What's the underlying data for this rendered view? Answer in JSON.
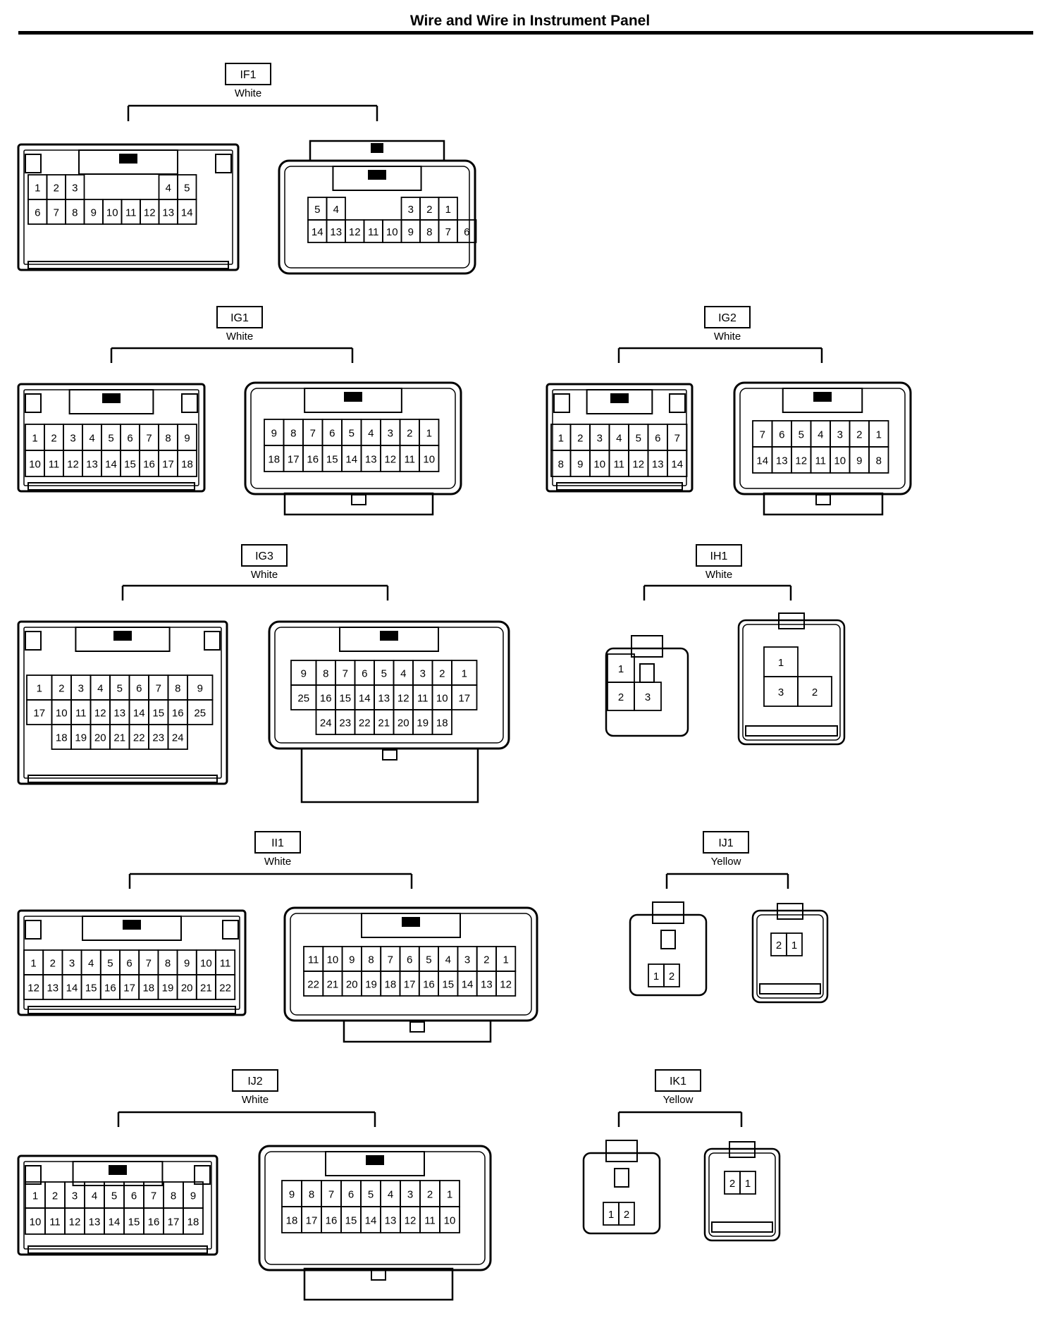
{
  "title": "Wire and Wire in Instrument Panel",
  "connectors": [
    {
      "code": "IF1",
      "color": "White",
      "male": {
        "rows": [
          [
            "1",
            "2",
            "3",
            "",
            "",
            "",
            "",
            "4",
            "5"
          ],
          [
            "6",
            "7",
            "8",
            "9",
            "10",
            "11",
            "12",
            "13",
            "14"
          ]
        ]
      },
      "female": {
        "rows": [
          [
            "5",
            "4",
            "",
            "",
            "",
            "3",
            "2",
            "1"
          ],
          [
            "14",
            "13",
            "12",
            "11",
            "10",
            "9",
            "8",
            "7",
            "6"
          ]
        ]
      }
    },
    {
      "code": "IG1",
      "color": "White",
      "male": {
        "rows": [
          [
            "1",
            "2",
            "3",
            "4",
            "5",
            "6",
            "7",
            "8",
            "9"
          ],
          [
            "10",
            "11",
            "12",
            "13",
            "14",
            "15",
            "16",
            "17",
            "18"
          ]
        ]
      },
      "female": {
        "rows": [
          [
            "9",
            "8",
            "7",
            "6",
            "5",
            "4",
            "3",
            "2",
            "1"
          ],
          [
            "18",
            "17",
            "16",
            "15",
            "14",
            "13",
            "12",
            "11",
            "10"
          ]
        ]
      }
    },
    {
      "code": "IG2",
      "color": "White",
      "male": {
        "rows": [
          [
            "1",
            "2",
            "3",
            "4",
            "5",
            "6",
            "7"
          ],
          [
            "8",
            "9",
            "10",
            "11",
            "12",
            "13",
            "14"
          ]
        ]
      },
      "female": {
        "rows": [
          [
            "7",
            "6",
            "5",
            "4",
            "3",
            "2",
            "1"
          ],
          [
            "14",
            "13",
            "12",
            "11",
            "10",
            "9",
            "8"
          ]
        ]
      }
    },
    {
      "code": "IG3",
      "color": "White",
      "male": {
        "rows": [
          [
            "1",
            "2",
            "3",
            "4",
            "5",
            "6",
            "7",
            "8",
            "9"
          ],
          [
            "17",
            "10",
            "11",
            "12",
            "13",
            "14",
            "15",
            "16",
            "25"
          ],
          [
            "",
            "18",
            "19",
            "20",
            "21",
            "22",
            "23",
            "24",
            ""
          ]
        ]
      },
      "female": {
        "rows": [
          [
            "9",
            "8",
            "7",
            "6",
            "5",
            "4",
            "3",
            "2",
            "1"
          ],
          [
            "25",
            "16",
            "15",
            "14",
            "13",
            "12",
            "11",
            "10",
            "17"
          ],
          [
            "",
            "24",
            "23",
            "22",
            "21",
            "20",
            "19",
            "18",
            ""
          ]
        ]
      }
    },
    {
      "code": "IH1",
      "color": "White",
      "male": {
        "rows": [
          [
            "1"
          ],
          [
            "2",
            "3"
          ]
        ]
      },
      "female": {
        "rows": [
          [
            "1"
          ],
          [
            "3",
            "2"
          ]
        ]
      }
    },
    {
      "code": "II1",
      "color": "White",
      "male": {
        "rows": [
          [
            "1",
            "2",
            "3",
            "4",
            "5",
            "6",
            "7",
            "8",
            "9",
            "10",
            "11"
          ],
          [
            "12",
            "13",
            "14",
            "15",
            "16",
            "17",
            "18",
            "19",
            "20",
            "21",
            "22"
          ]
        ]
      },
      "female": {
        "rows": [
          [
            "11",
            "10",
            "9",
            "8",
            "7",
            "6",
            "5",
            "4",
            "3",
            "2",
            "1"
          ],
          [
            "22",
            "21",
            "20",
            "19",
            "18",
            "17",
            "16",
            "15",
            "14",
            "13",
            "12"
          ]
        ]
      }
    },
    {
      "code": "IJ1",
      "color": "Yellow",
      "male": {
        "rows": [
          [
            "1",
            "2"
          ]
        ]
      },
      "female": {
        "rows": [
          [
            "2",
            "1"
          ]
        ]
      }
    },
    {
      "code": "IJ2",
      "color": "White",
      "male": {
        "rows": [
          [
            "1",
            "2",
            "3",
            "4",
            "5",
            "6",
            "7",
            "8",
            "9"
          ],
          [
            "10",
            "11",
            "12",
            "13",
            "14",
            "15",
            "16",
            "17",
            "18"
          ]
        ]
      },
      "female": {
        "rows": [
          [
            "9",
            "8",
            "7",
            "6",
            "5",
            "4",
            "3",
            "2",
            "1"
          ],
          [
            "18",
            "17",
            "16",
            "15",
            "14",
            "13",
            "12",
            "11",
            "10"
          ]
        ]
      }
    },
    {
      "code": "IK1",
      "color": "Yellow",
      "male": {
        "rows": [
          [
            "1",
            "2"
          ]
        ]
      },
      "female": {
        "rows": [
          [
            "2",
            "1"
          ]
        ]
      }
    }
  ]
}
